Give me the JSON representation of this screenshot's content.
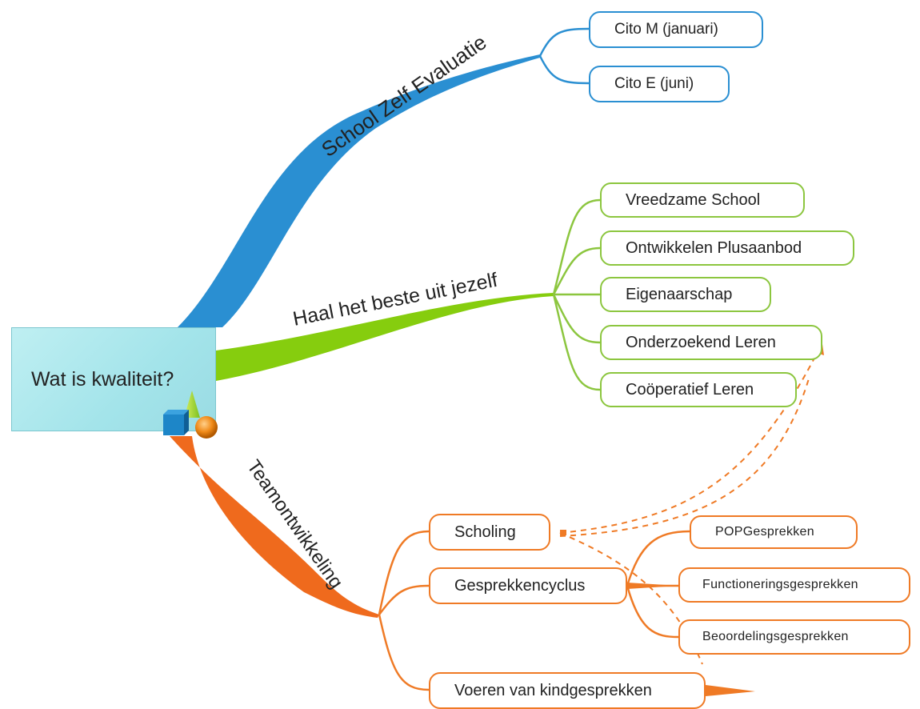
{
  "central": {
    "label": "Wat is kwaliteit?"
  },
  "branches": [
    {
      "label": "School Zelf Evaluatie",
      "color": "#2a8fd2",
      "children": [
        "Cito M (januari)",
        "Cito E (juni)"
      ]
    },
    {
      "label": "Haal het beste uit jezelf",
      "color": "#8cc63f",
      "children": [
        "Vreedzame School",
        "Ontwikkelen Plusaanbod",
        "Eigenaarschap",
        "Onderzoekend Leren",
        "Coöperatief Leren"
      ]
    },
    {
      "label": "Teamontwikkeling",
      "color": "#ef7a25",
      "children": [
        {
          "label": "Scholing"
        },
        {
          "label": "Gesprekkencyclus",
          "children": [
            "POPGesprekken",
            "Functioneringsgesprekken",
            "Beoordelingsgesprekken"
          ]
        },
        {
          "label": "Voeren van kindgesprekken"
        }
      ]
    }
  ]
}
